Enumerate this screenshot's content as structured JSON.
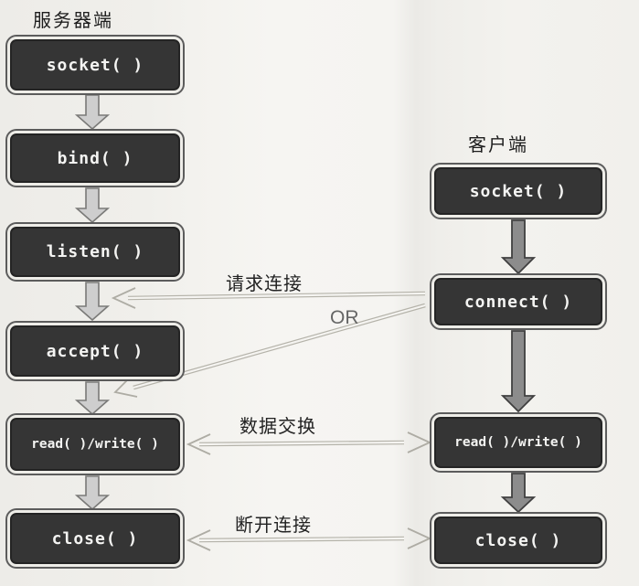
{
  "diagram": {
    "title_meaning": "TCP socket connection flow between server and client",
    "server": {
      "title": "服务器端",
      "steps": [
        {
          "label": "socket( )"
        },
        {
          "label": "bind( )"
        },
        {
          "label": "listen( )"
        },
        {
          "label": "accept( )"
        },
        {
          "label": "read( )/write( )"
        },
        {
          "label": "close( )"
        }
      ]
    },
    "client": {
      "title": "客户端",
      "steps": [
        {
          "label": "socket( )"
        },
        {
          "label": "connect( )"
        },
        {
          "label": "read( )/write( )"
        },
        {
          "label": "close( )"
        }
      ]
    },
    "connections": [
      {
        "label": "请求连接",
        "from": "connect( )",
        "to": "listen( )/accept( )",
        "direction": "right-to-left"
      },
      {
        "label": "OR",
        "from": "connect( )",
        "to": "accept( )",
        "direction": "right-to-left-diagonal"
      },
      {
        "label": "数据交换",
        "from": "read( )/write( )",
        "to": "read( )/write( )",
        "direction": "bidirectional"
      },
      {
        "label": "断开连接",
        "from": "close( )",
        "to": "close( )",
        "direction": "bidirectional"
      }
    ],
    "icons": [
      {
        "name": "down-block-arrow-icon",
        "meaning": "sequence step flow downward"
      },
      {
        "name": "open-arrowhead-icon",
        "meaning": "hollow connector arrowhead"
      }
    ],
    "colors": {
      "node_fill": "#353535",
      "node_inner_ring": "#eeede8",
      "node_outer_line": "#5c5c5c",
      "node_text": "#f4f4f2",
      "server_arrow_fill": "#cecece",
      "server_arrow_stroke": "#7a7a78",
      "client_arrow_fill": "#8c8c8c",
      "client_arrow_stroke": "#404040",
      "connector_stroke": "#b5b3aa",
      "label_text": "#222222",
      "background": "#f3f2ee"
    }
  }
}
